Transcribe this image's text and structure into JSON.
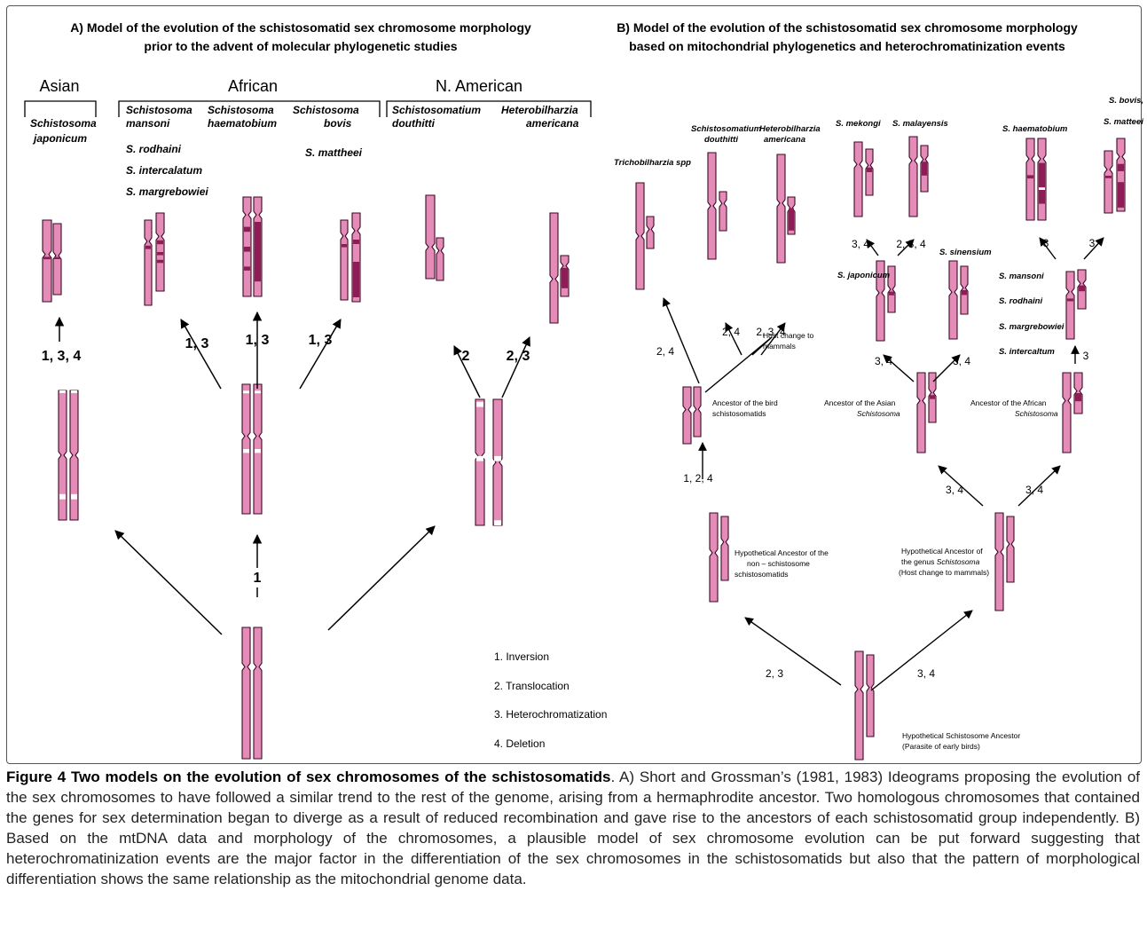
{
  "panelA": {
    "title_line1": "A) Model of the evolution of the schistosomatid sex chromosome morphology",
    "title_line2": "prior to the advent of molecular phylogenetic studies",
    "regions": {
      "asian": "Asian",
      "african": "African",
      "namerican": "N. American"
    },
    "species": {
      "sch1": "Schistosoma",
      "sch1b": "japonicum",
      "sch2": "Schistosoma",
      "sch2b": "mansoni",
      "sch3": "Schistosoma",
      "sch3b": "haematobium",
      "sch4": "Schistosoma",
      "sch4b": "bovis",
      "rod": "S. rodhaini",
      "int": "S. intercalatum",
      "mar": "S. margrebowiei",
      "mat": "S. mattheei",
      "sd1": "Schistosomatium",
      "sd1b": "douthitti",
      "ha1": "Heterobilharzia",
      "ha1b": "americana"
    },
    "labels": {
      "a134": "1, 3, 4",
      "a13a": "1, 3",
      "a13b": "1, 3",
      "a13c": "1, 3",
      "a2": "2",
      "a23": "2, 3",
      "a1": "1"
    },
    "legend": [
      "1. Inversion",
      "2. Translocation",
      "3. Heterochromatization",
      "4. Deletion"
    ]
  },
  "panelB": {
    "title_line1": "B) Model of the evolution of the schistosomatid sex chromosome morphology",
    "title_line2": "based on mitochondrial phylogenetics and heterochromatinization events",
    "species": {
      "tricho": "Trichobilharzia spp",
      "sd": "Schistosomatium",
      "sd2": "douthitti",
      "ha": "Heterobilharzia",
      "ha2": "americana",
      "mek": "S. mekongi",
      "mal": "S. malayensis",
      "hae": "S. haematobium",
      "bov": "S. bovis,",
      "mat": "S. matteei",
      "jap": "S. japonicum",
      "sin": "S. sinensium",
      "man": "S. mansoni",
      "rod": "S. rodhaini",
      "mar": "S. margrebowiei",
      "int": "S. intercaltum"
    },
    "labels": {
      "b24a": "2, 4",
      "b24b": "2, 4",
      "b234a": "2, 3, 4",
      "b124": "1, 2, 4",
      "b34a": "3, 4",
      "b234b": "2, 3, 4",
      "b3a": "3",
      "b3b": "3",
      "b34b": "3, 4",
      "b34c": "3, 4",
      "b3c": "3",
      "b34d": "3, 4",
      "b34e": "3, 4",
      "b23": "2, 3",
      "b34f": "3, 4"
    },
    "notes": {
      "host1": "Host change to",
      "host2": "mammals",
      "bird1": "Ancestor of the bird",
      "bird2": "schistosomatids",
      "asian1": "Ancestor of the Asian",
      "asian2": "Schistosoma",
      "afr1": "Ancestor of the African",
      "afr2": "Schistosoma",
      "nonschi1": "Hypothetical Ancestor of the",
      "nonschi2": "non – schistosome",
      "nonschi3": "schistosomatids",
      "genus1": "Hypothetical Ancestor of",
      "genus2": "the genus ",
      "genus2i": "Schistosoma",
      "genus3": "(Host change to mammals)",
      "root1": "Hypothetical Schistosome Ancestor",
      "root2": "(Parasite of early birds)"
    }
  },
  "caption": {
    "bold": "Figure 4 Two models on the evolution of sex chromosomes of the schistosomatids",
    "text": ". A) Short and Grossman’s (1981, 1983) Ideograms proposing the evolution of the sex chromosomes to have followed a similar trend to the rest of the genome, arising from a hermaphrodite ancestor. Two homologous chromosomes that contained the genes for sex determination began to diverge as a result of reduced recombination and gave rise to the ancestors of each schistosomatid group independently. B) Based on the mtDNA data and morphology of the chromosomes, a plausible model of sex chromosome evolution can be put forward suggesting that heterochromatinization events are the major factor in the differentiation of the sex chromosomes in the schistosomatids but also that the pattern of morphological differentiation shows the same relationship as the mitochondrial genome data."
  },
  "colors": {
    "chromosome": "#e58bb8",
    "heterochromatin": "#8e1c56",
    "outline": "#3a0a24"
  }
}
